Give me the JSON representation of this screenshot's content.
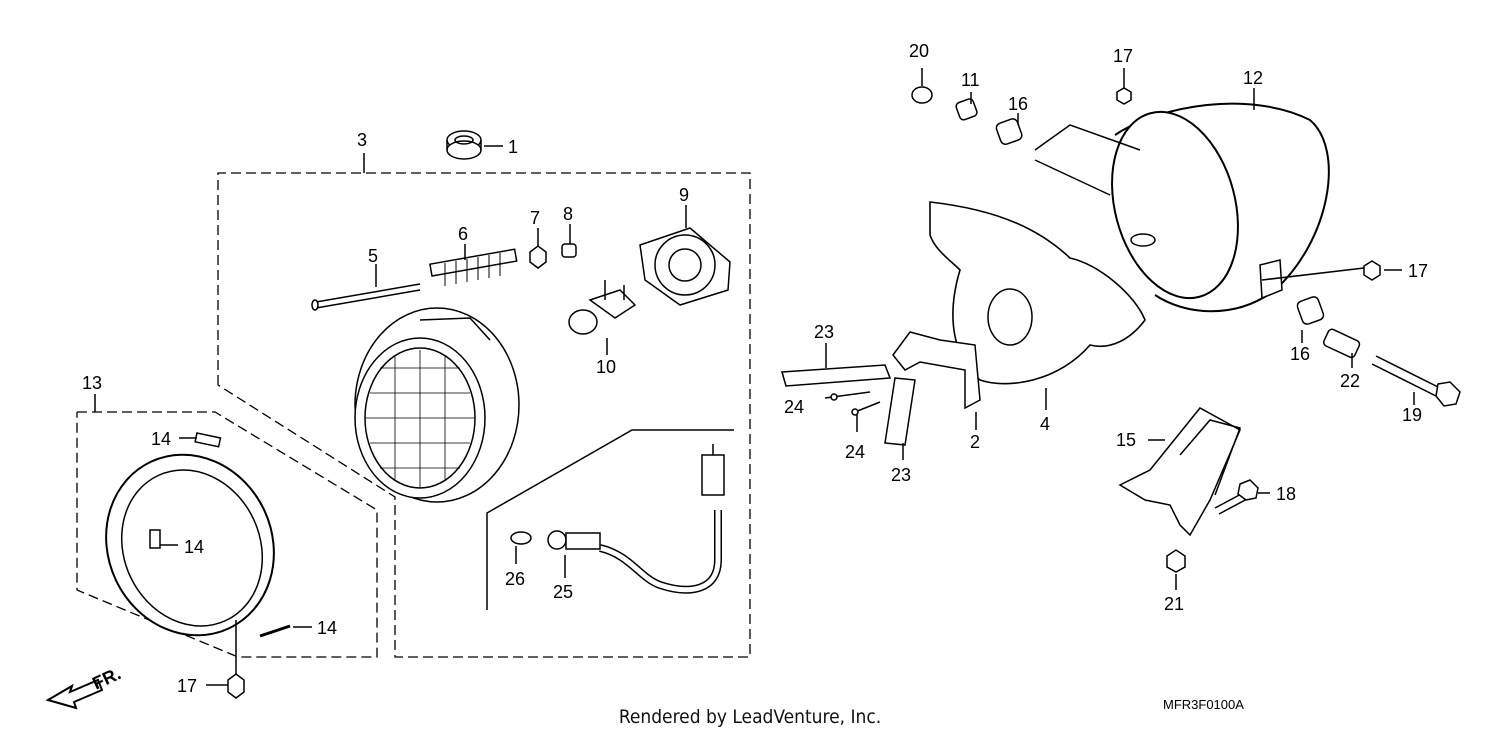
{
  "callouts": {
    "c1": "1",
    "c2": "2",
    "c3": "3",
    "c4": "4",
    "c5": "5",
    "c6": "6",
    "c7": "7",
    "c8": "8",
    "c9": "9",
    "c10": "10",
    "c11": "11",
    "c12": "12",
    "c13": "13",
    "c14a": "14",
    "c14b": "14",
    "c14c": "14",
    "c15": "15",
    "c16a": "16",
    "c16b": "16",
    "c17a": "17",
    "c17b": "17",
    "c17c": "17",
    "c18": "18",
    "c19": "19",
    "c20": "20",
    "c21": "21",
    "c22": "22",
    "c23a": "23",
    "c23b": "23",
    "c24a": "24",
    "c24b": "24",
    "c25": "25",
    "c26": "26"
  },
  "front_arrow": "FR.",
  "diagram_code": "MFR3F0100A",
  "credit": "Rendered by LeadVenture, Inc."
}
